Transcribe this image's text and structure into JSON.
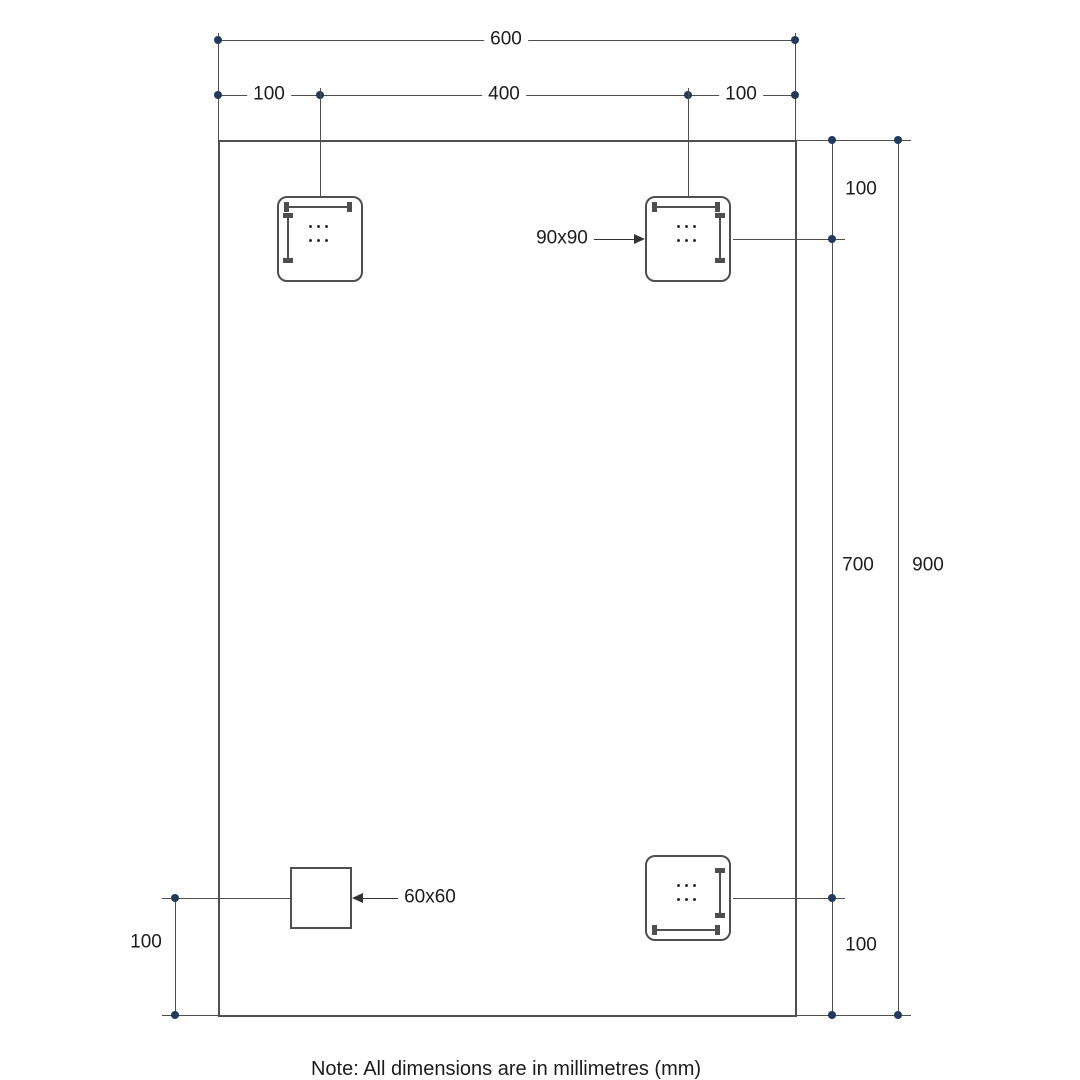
{
  "dimensions": {
    "total_width": "600",
    "top_offset_left": "100",
    "top_span_center": "400",
    "top_offset_right": "100",
    "right_offset_top": "100",
    "right_span_middle": "700",
    "right_total_height": "900",
    "right_offset_bottom": "100",
    "left_offset_bottom": "100"
  },
  "callouts": {
    "bracket_size": "90x90",
    "cutout_size": "60x60"
  },
  "note": "Note: All dimensions are in millimetres (mm)",
  "colors": {
    "line": "#4f4f4f",
    "marker_dot": "#223a5c",
    "text": "#1c1c1c",
    "background": "#ffffff"
  }
}
